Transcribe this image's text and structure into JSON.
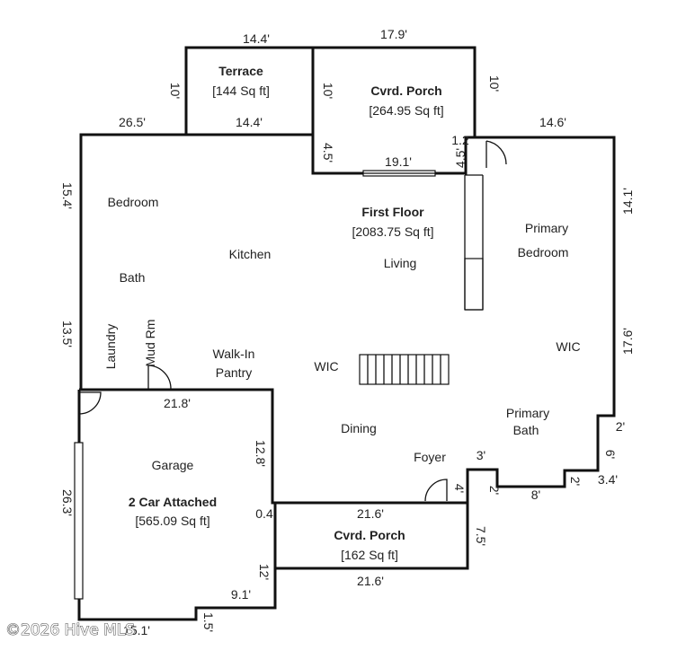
{
  "rooms": {
    "terrace": {
      "name": "Terrace",
      "area": "[144 Sq ft]"
    },
    "porch_top": {
      "name": "Cvrd. Porch",
      "area": "[264.95 Sq ft]"
    },
    "first_floor": {
      "name": "First Floor",
      "area": "[2083.75 Sq ft]"
    },
    "bedroom": "Bedroom",
    "kitchen": "Kitchen",
    "living": "Living",
    "primary_bedroom": [
      "Primary",
      "Bedroom"
    ],
    "bath": "Bath",
    "laundry": "Laundry",
    "mud_rm": "Mud Rm",
    "walk_in_pantry": [
      "Walk-In",
      "Pantry"
    ],
    "wic_center": "WIC",
    "wic_right": "WIC",
    "dining": "Dining",
    "primary_bath": [
      "Primary",
      "Bath"
    ],
    "foyer": "Foyer",
    "garage": {
      "name": "Garage",
      "subtitle": "2 Car Attached",
      "area": "[565.09 Sq ft]"
    },
    "porch_bottom": {
      "name": "Cvrd. Porch",
      "area": "[162 Sq ft]"
    }
  },
  "dimensions": {
    "terrace_top": "14.4'",
    "porch_top_top": "17.9'",
    "terrace_left": "10'",
    "porch_top_left": "10'",
    "porch_top_right": "10'",
    "top_left_wall": "26.5'",
    "terrace_bottom": "14.4'",
    "right_top_wall": "14.6'",
    "small_1_2": "1.2",
    "porch_top_bottom": "19.1'",
    "left_4_5": "4.5'",
    "right_4_5": "4.5'",
    "left_upper": "15.4'",
    "right_upper": "14.1'",
    "left_lower": "13.5'",
    "right_lower": "17.6'",
    "garage_top": "21.8'",
    "garage_right": "12.8'",
    "step_2_top": "2'",
    "step_6": "6'",
    "step_3_4": "3.4'",
    "step_2_mid": "2'",
    "step_8": "8'",
    "step_2_low": "2'",
    "foyer_3": "3'",
    "foyer_4": "4'",
    "garage_left": "26.3'",
    "small_0_4": "0.4",
    "porch_bottom_top": "21.6'",
    "porch_bottom_right": "7.5'",
    "porch_bottom_bottom": "21.6'",
    "garage_12": "12'",
    "garage_9_1": "9.1'",
    "garage_1_5": "1.5'",
    "garage_bottom": "15.1'"
  },
  "watermark": "©2026 Hive MLS"
}
